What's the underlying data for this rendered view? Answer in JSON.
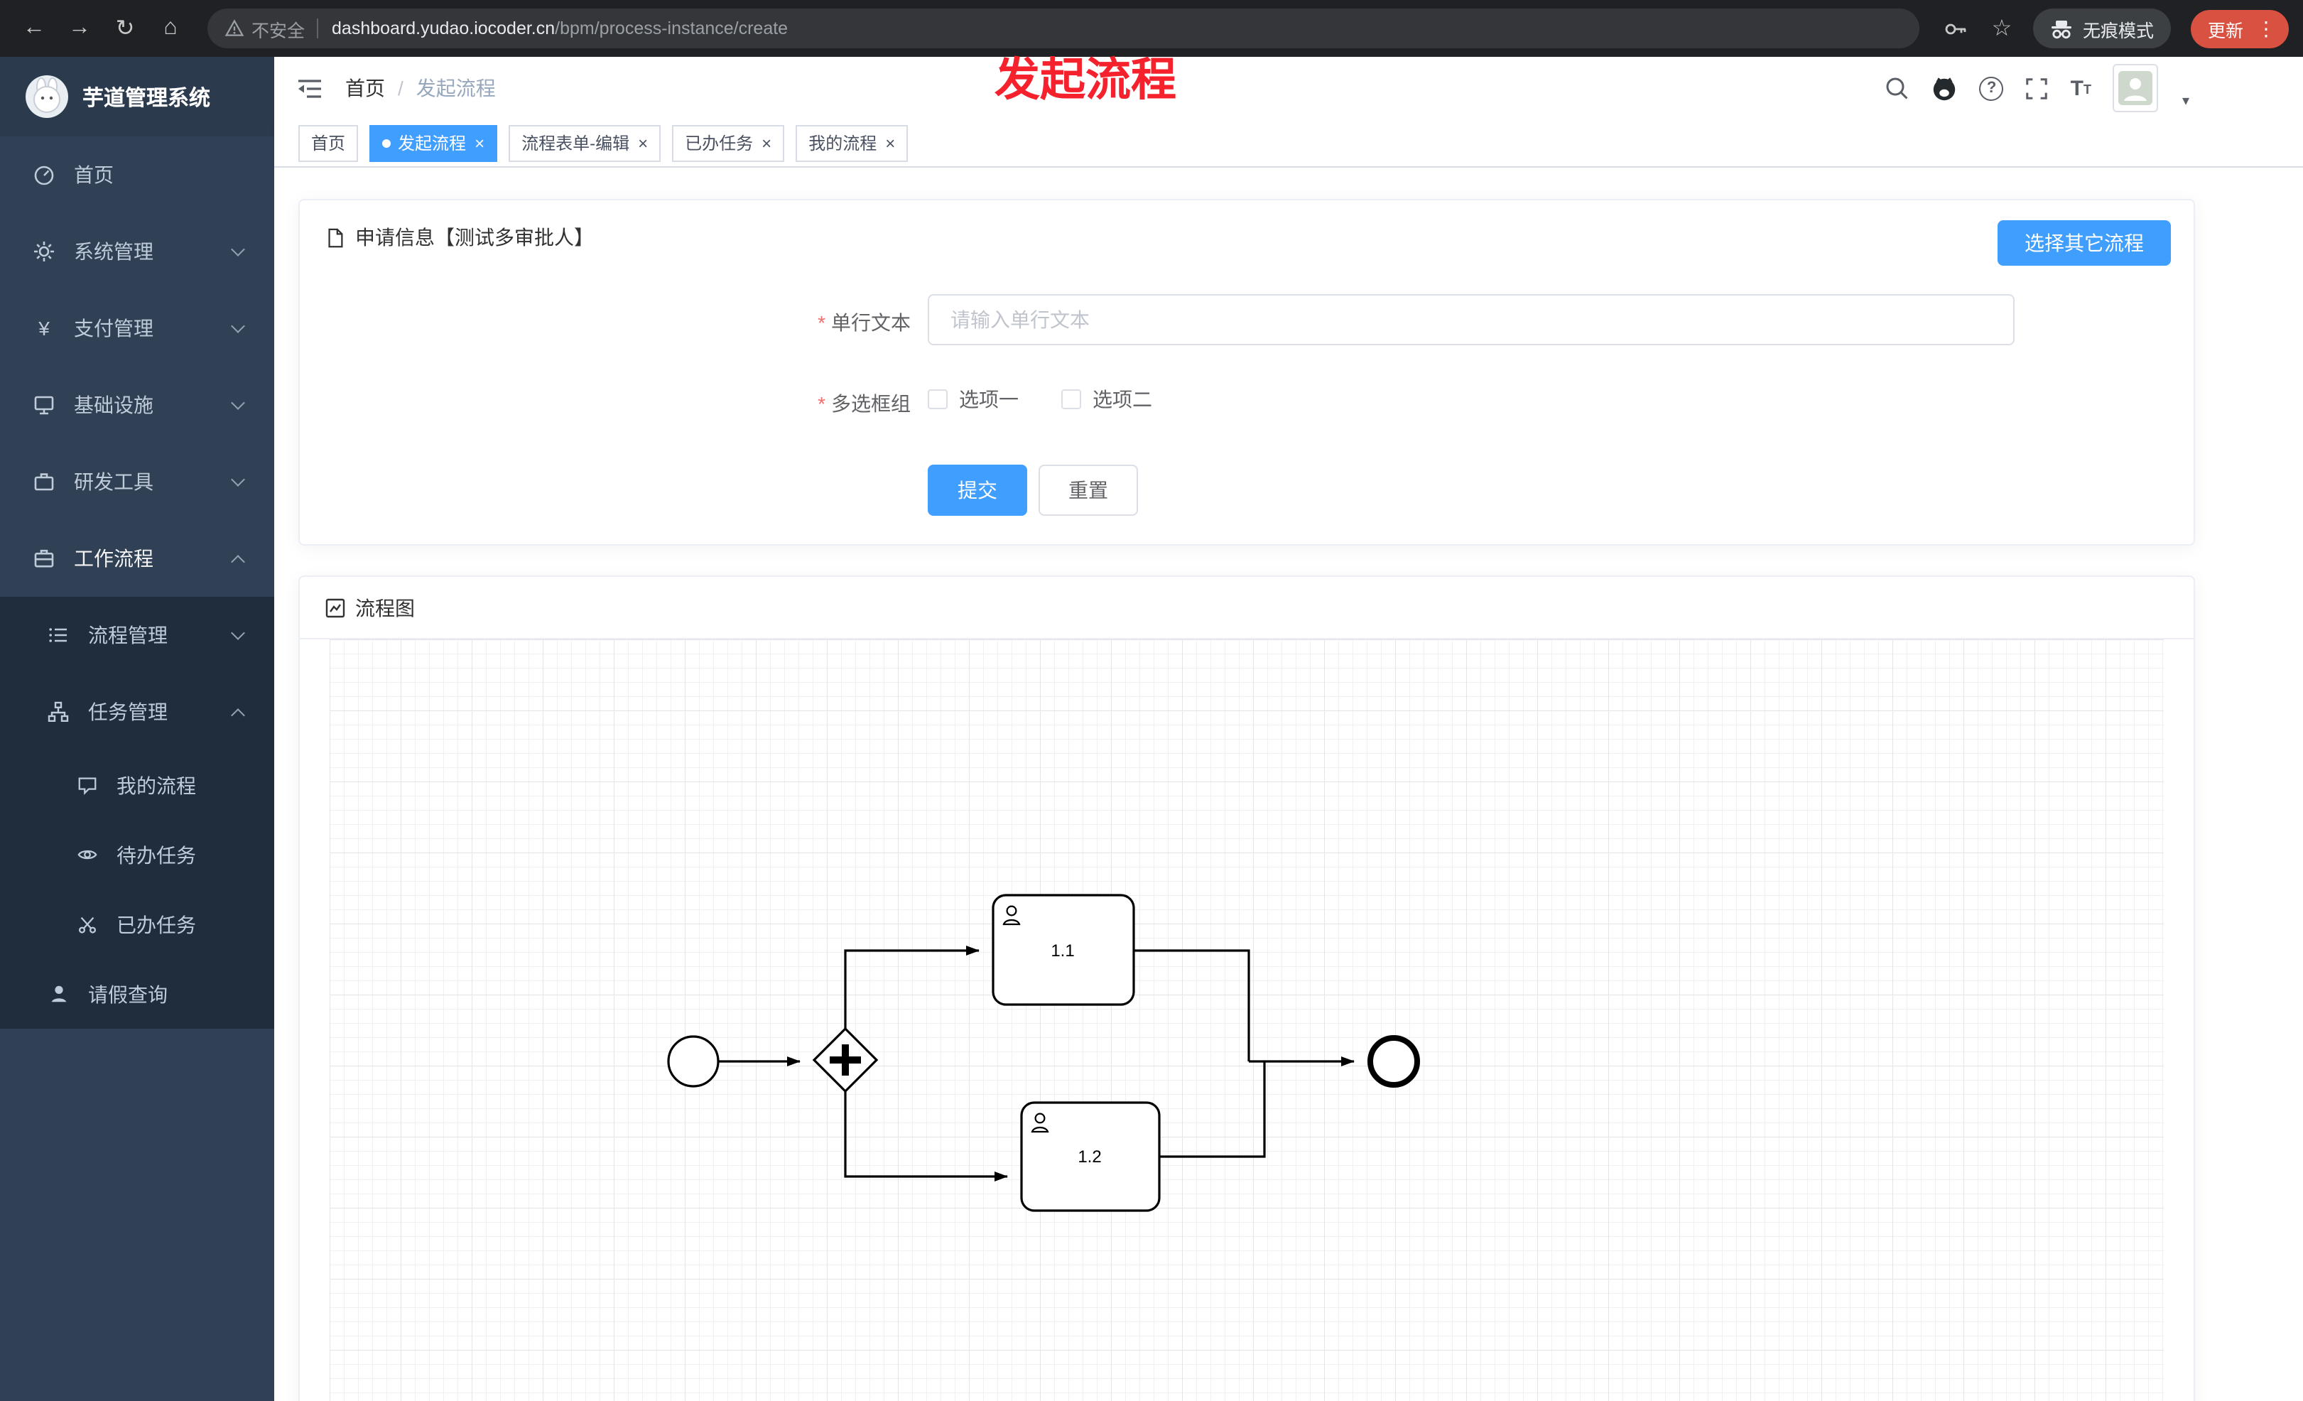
{
  "browser": {
    "security_label": "不安全",
    "url_domain": "dashboard.yudao.iocoder.cn",
    "url_path": "/bpm/process-instance/create",
    "incognito_label": "无痕模式",
    "update_label": "更新"
  },
  "glyphs": {
    "back": "←",
    "forward": "→",
    "reload": "↻",
    "home": "⌂",
    "star": "☆",
    "menu_dots": "⋮",
    "caret": "▾",
    "yen": "¥",
    "help": "?",
    "letter_T_large": "T",
    "letter_T_small": "T"
  },
  "annotation": {
    "text": "发起流程"
  },
  "sidebar": {
    "logo_title": "芋道管理系统",
    "items": [
      {
        "label": "首页"
      },
      {
        "label": "系统管理"
      },
      {
        "label": "支付管理"
      },
      {
        "label": "基础设施"
      },
      {
        "label": "研发工具"
      },
      {
        "label": "工作流程"
      }
    ],
    "submenu": {
      "process_mgmt": "流程管理",
      "task_mgmt": "任务管理",
      "children": [
        {
          "label": "我的流程"
        },
        {
          "label": "待办任务"
        },
        {
          "label": "已办任务"
        }
      ],
      "leave": "请假查询"
    }
  },
  "header": {
    "breadcrumb_home": "首页",
    "breadcrumb_sep": "/",
    "breadcrumb_current": "发起流程"
  },
  "tabs": [
    {
      "label": "首页"
    },
    {
      "label": "发起流程"
    },
    {
      "label": "流程表单-编辑"
    },
    {
      "label": "已办任务"
    },
    {
      "label": "我的流程"
    }
  ],
  "ui": {
    "close": "×",
    "required": "*"
  },
  "form_card": {
    "title": "申请信息【测试多审批人】",
    "other_process_button": "选择其它流程",
    "text_field": {
      "label": "单行文本",
      "placeholder": "请输入单行文本",
      "value": ""
    },
    "checkbox_group": {
      "label": "多选框组",
      "options": [
        {
          "label": "选项一",
          "checked": false
        },
        {
          "label": "选项二",
          "checked": false
        }
      ]
    },
    "submit_button": "提交",
    "reset_button": "重置"
  },
  "diagram_card": {
    "title": "流程图",
    "nodes": {
      "task1": "1.1",
      "task2": "1.2"
    }
  },
  "colors": {
    "accent": "#409eff",
    "sidebar_bg": "#304156",
    "submenu_bg": "#1f2d3d",
    "annotation_red": "#f5222d",
    "update_badge": "#d95140"
  }
}
